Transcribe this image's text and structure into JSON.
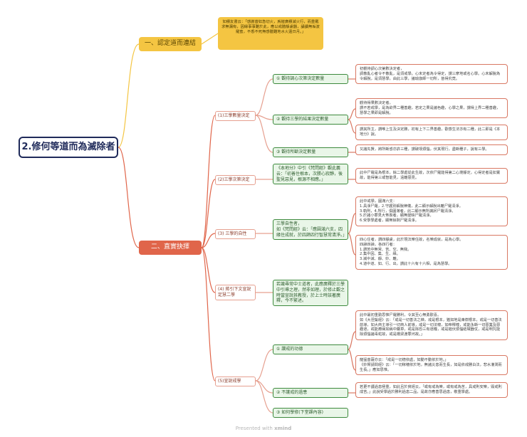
{
  "root": {
    "prefix": "2.",
    "label": "修何等道而為滅除者"
  },
  "branch1": {
    "label": "一、認定道而連結",
    "note": "如積友書云：「感謝菩如急切火，爲摧廣積滅火行，而重戴求無漏有，因緣事事難於此，應以戒體靜慮器，誦讀無垢波羅蜜，不悉不死無感體難地水火還日月。」"
  },
  "branch2": {
    "label": "二、直實抉擇",
    "children": [
      {
        "label": "(1)三學數量決定",
        "items": [
          {
            "label": "① 觀待調心次第決定數量",
            "leaf": "初觀待調心次第數決定者，\n調散亂心者令不散亂，是須戒學。心未定者為令得定，謂三摩地或名心學。心未解脫為令解脫，是須慧學，由此三學，諸瑜伽師一切所，皆得究竟。"
          },
          {
            "label": "② 觀待三學的結果決定數量",
            "leaf": "觀待得果數決定者，\n謂不若戒學，是為欲界二種善趣，若定之果是諸色趣，心學之果，謂得上界二種善趣，慧學之果即是解脫。"
          },
          {
            "label": "",
            "leaf": "謂其所主，謂唯上生及決定勝，初有上下二界善趣，歡感生法亦有二種，此二即是《本地分》說。"
          },
          {
            "label": "③ 觀待所斷決定數量",
            "leaf": "又諸先賢，將所斷惑亦許三種，謂破壞煩惱，伏其現行，盡斷種子，說有三學。"
          }
        ]
      },
      {
        "label": "(2)三學次第決定",
        "items": [
          {
            "label": "《本地分》中引《梵問經》觀此義云：「初善住根本，次勝心寂靜，後聖見惡見，根源不相應。」",
            "leaf": "此中尸羅是為根本，餘二學處從此生故，次依尸羅能得第二心境靜定，心得定者是如實故，能得第三或智能見，遠離惡見。"
          }
        ]
      },
      {
        "label": "(3) 三學的自性",
        "items": [
          {
            "label": "三學自性者，\n如《梵問經》云：「應圓滿六支，四緣住成就，於四諦四行智慧常清淨。」",
            "leaf": "此中戒學，圓滿六支：\n1.具淨尸羅，2.守護別解脫律儀，此二顯示解脫出離尸羅清淨。\n3.軌則，4.所行，俱圓滿者，此二顯示無所譏訶尸羅清淨。\n5.於諸小罪見大怖畏者，顯無變缺尸羅清淨。\n6.受學學處者，顯無餘剩尸羅清淨。"
          },
          {
            "label": "",
            "leaf": "四心住者，謂四靜慮，此於現法樂住故，名樂成就，是為心學。\n四諦四諦，各四行者：\n1.謂苦中無常、苦、空、無我。\n2.集中因、集、生、緣。\n3.滅中滅、靜、妙、離。\n4.道中道、如、行、出，謂此十六有十六相，是為慧學。"
          }
        ]
      },
      {
        "label": "(4) 將引下文宣說定慧二學",
        "items": [
          {
            "label": "若識尋常中士道者，此應廣釋於三學中引導之理，然非如理，於修止觀之時當宣說其教授，於上士時該著廣釋，今不繁述。",
            "leaf": ""
          }
        ]
      },
      {
        "label": "(5)宣說戒學",
        "items": [
          {
            "label": "① 讚戒的功德",
            "leaf": "此中最初重勤思惟尸羅勝利，令其至心無勇歡喜。\n如《大涅槃經》云：「戒是一切善法之梯，戒是根本，猶如地是衆樹根本，戒是一切善法前導，如大商主導引一切商人前導，戒是一切法幢，如帝釋幢，戒能永斷一切惡業及惡趣道，戒能療病如病中藥草，戒是除恐三有道糧，戒是摧伏煩惱結賊器仗，戒是明咒能除煩惱諸毒蛇故，戒是橋梁渡罪河故。」"
          },
          {
            "label": "",
            "leaf": "龍猛菩薩亦云：「戒是一切德依處，如動不動依於地。」\n《妙臂請問經》云：「一切稼穡依於地，無諸災患而生長，如是依戒勝白法，悲水灌潤而生長。」應如思惟。"
          },
          {
            "label": "② 不護戒的過患",
            "leaf": "若更不護過患極重，如此且於貧經云，「或有戒為樂，或有戒為苦，具戒則安樂，毀戒則成苦。」此說受學過於勝利過患二品，是故亦應善思過患，敬重學處。"
          },
          {
            "label": "③ 如何學修(下堂課內容)",
            "leaf": ""
          }
        ]
      }
    ]
  },
  "footer": {
    "presented": "Presented with ",
    "brand": "xmind"
  },
  "colors": {
    "root": "#1f2a5a",
    "yellow": "#f4c542",
    "red": "#e0654a",
    "green": "#3d8a3d",
    "leaf_border": "#d97863"
  }
}
